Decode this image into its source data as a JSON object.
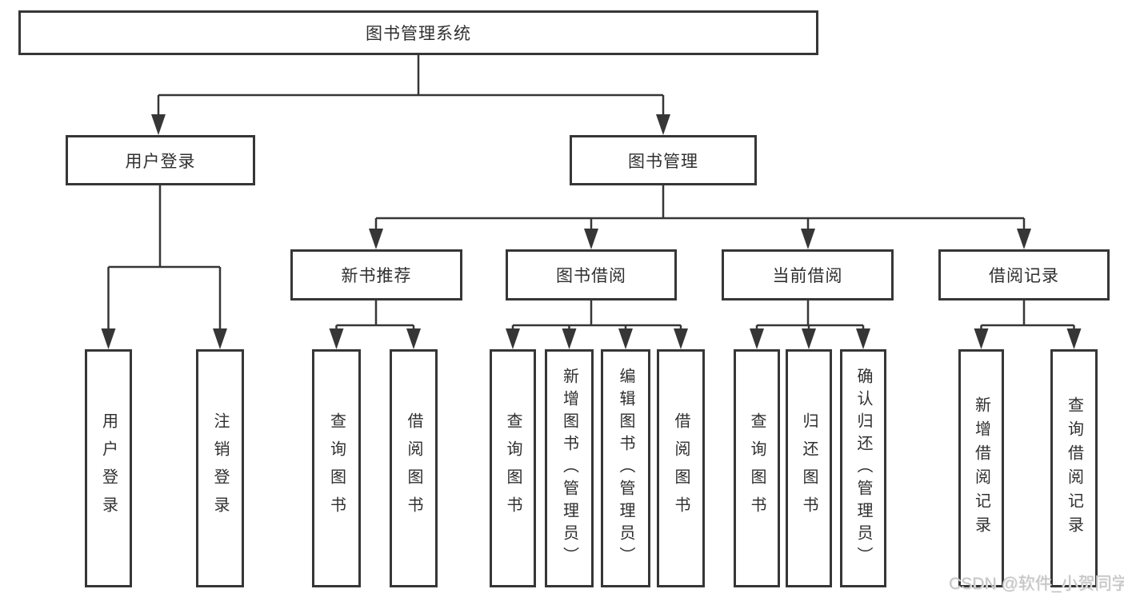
{
  "tree": {
    "label": "图书管理系统",
    "children": [
      {
        "label": "用户登录",
        "children": [
          {
            "label": "用户登录"
          },
          {
            "label": "注销登录"
          }
        ]
      },
      {
        "label": "图书管理",
        "children": [
          {
            "label": "新书推荐",
            "children": [
              {
                "label": "查询图书"
              },
              {
                "label": "借阅图书"
              }
            ]
          },
          {
            "label": "图书借阅",
            "children": [
              {
                "label": "查询图书"
              },
              {
                "label": "新增图书（管理员）"
              },
              {
                "label": "编辑图书（管理员）"
              },
              {
                "label": "借阅图书"
              }
            ]
          },
          {
            "label": "当前借阅",
            "children": [
              {
                "label": "查询图书"
              },
              {
                "label": "归还图书"
              },
              {
                "label": "确认归还（管理员）"
              }
            ]
          },
          {
            "label": "借阅记录",
            "children": [
              {
                "label": "新增借阅记录"
              },
              {
                "label": "查询借阅记录"
              }
            ]
          }
        ]
      }
    ]
  },
  "watermark": "CSDN @软件_小贺同学",
  "colors": {
    "line": "#363636",
    "box_border": "#363636",
    "text": "#2f2f2f",
    "background": "#ffffff",
    "watermark": "#c4c4c4"
  }
}
